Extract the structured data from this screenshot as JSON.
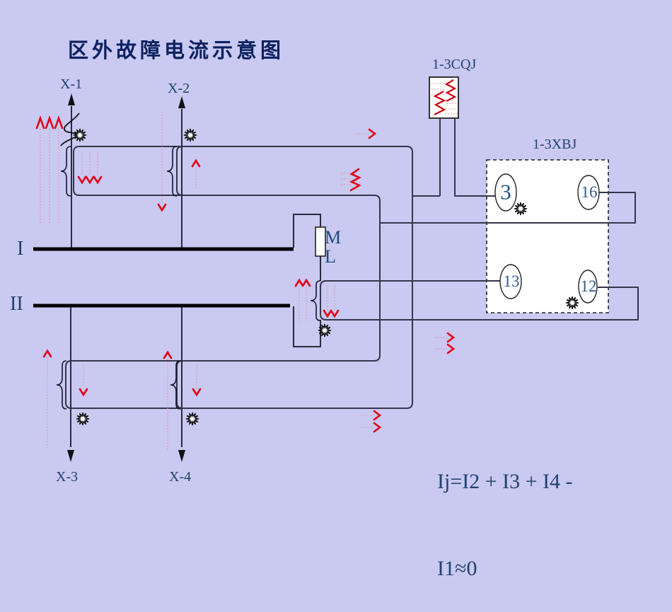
{
  "title": "区外故障电流示意图",
  "buses": {
    "bus1_label": "I",
    "bus2_label": "II"
  },
  "terminals": {
    "x1": "X-1",
    "x2": "X-2",
    "x3": "X-3",
    "x4": "X-4"
  },
  "bus_coupler": {
    "label_line1": "M",
    "label_line2": "L"
  },
  "current_relay": {
    "label": "1-3CQJ"
  },
  "signal_relay": {
    "label": "1-3XBJ",
    "contacts": {
      "c3": "3",
      "c16": "16",
      "c13": "13",
      "c12": "12"
    }
  },
  "formula": {
    "line1": "Ij=I2 + I3 + I4 -",
    "line2": "I1≈0"
  },
  "colors": {
    "background": "#c9c9f1",
    "ink": "#24406f",
    "title_ink": "#0c2160",
    "wire": "#35354d",
    "bus": "#000000",
    "current_red": "#e30016",
    "current_dotted": "#ef8fa0"
  }
}
